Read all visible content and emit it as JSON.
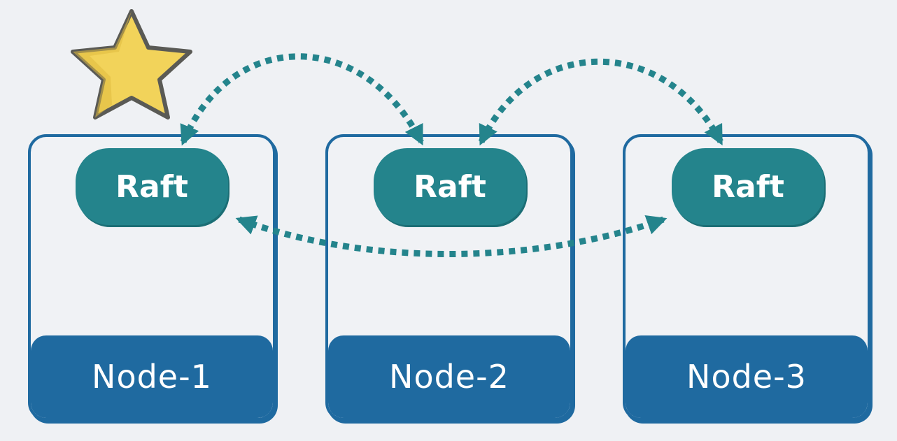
{
  "nodes": [
    {
      "label": "Node-1",
      "raft_label": "Raft",
      "is_leader": true
    },
    {
      "label": "Node-2",
      "raft_label": "Raft",
      "is_leader": false
    },
    {
      "label": "Node-3",
      "raft_label": "Raft",
      "is_leader": false
    }
  ],
  "colors": {
    "node_border": "#1f6aa0",
    "raft_fill": "#24848c",
    "arrow": "#24848c",
    "star": "#f2d35a",
    "background": "#eff1f4"
  },
  "icons": {
    "leader": "star-icon"
  }
}
